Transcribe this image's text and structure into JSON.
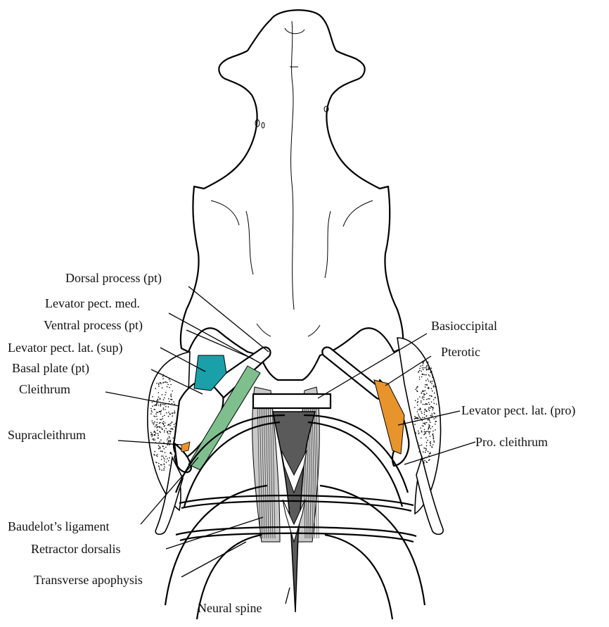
{
  "labels": {
    "dorsal_process": "Dorsal process (pt)",
    "levator_med": "Levator pect. med.",
    "ventral_process": "Ventral process (pt)",
    "levator_lat_sup": "Levator pect. lat. (sup)",
    "basal_plate": "Basal plate (pt)",
    "cleithrum": "Cleithrum",
    "supracleithrum": "Supracleithrum",
    "baudelot": "Baudelot’s  ligament",
    "retractor": "Retractor dorsalis",
    "transverse": "Transverse apophysis",
    "neural_spine": "Neural spine",
    "basioccipital": "Basioccipital",
    "pterotic": "Pterotic",
    "levator_lat_pro": "Levator pect. lat. (pro)",
    "pro_cleithrum": "Pro. cleithrum"
  },
  "colors": {
    "levator_med": "#7fbf8e",
    "levator_lat_sup": "#1aa0a8",
    "levator_lat_pro": "#e8942c"
  }
}
